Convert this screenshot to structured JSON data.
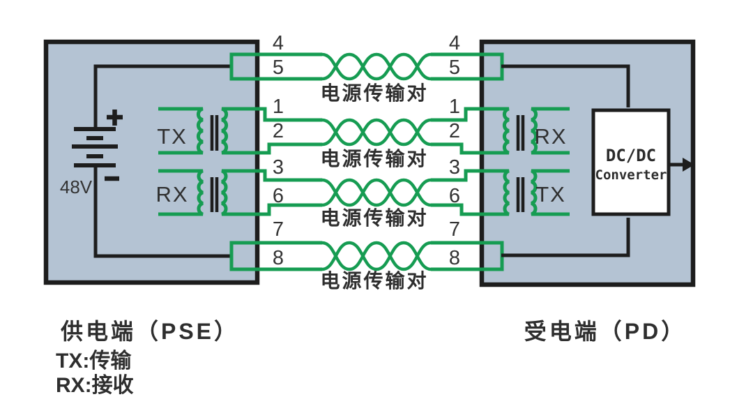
{
  "pse": {
    "name": "供电端（PSE）",
    "battery_voltage": "48V",
    "transformers": {
      "top": "TX",
      "bottom": "RX"
    }
  },
  "pd": {
    "name": "受电端（PD）",
    "transformers": {
      "top": "RX",
      "bottom": "TX"
    },
    "dcdc": {
      "line1": "DC/DC",
      "line2": "Converter"
    }
  },
  "legend": {
    "tx": "TX:传输",
    "rx": "RX:接收"
  },
  "pairs": [
    {
      "pins": [
        "4",
        "5"
      ],
      "label": "电源传输对"
    },
    {
      "pins": [
        "1",
        "2"
      ],
      "label": "电源传输对"
    },
    {
      "pins": [
        "3",
        "6"
      ],
      "label": "电源传输对"
    },
    {
      "pins": [
        "7",
        "8"
      ],
      "label": "电源传输对"
    }
  ],
  "colors": {
    "wire_green": "#169c52",
    "wire_black": "#1d1d1d",
    "box_fill": "#b4c3d3",
    "text_dark": "#2e2e2e"
  }
}
